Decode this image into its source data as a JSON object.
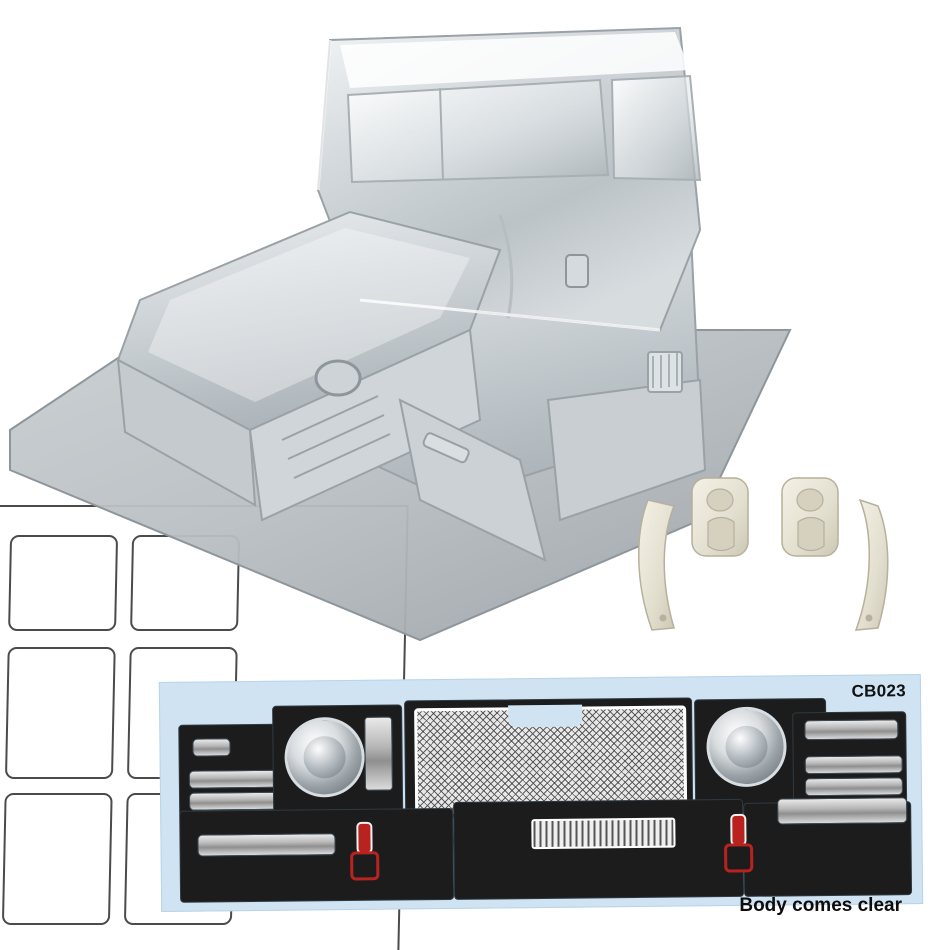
{
  "page": {
    "title": "RC truck clear body shell product photo",
    "background_color": "#ffffff"
  },
  "product": {
    "body_shell": {
      "name": "clear lexan cab body shell",
      "material_note": "transparent polycarbonate",
      "color": "#d8dde0"
    },
    "accessory_parts": {
      "name": "mirror and sun-visor set",
      "count": 4,
      "color": "#e7e3d4",
      "items": [
        "left mirror arm",
        "left mirror head",
        "right mirror head",
        "right mirror arm"
      ]
    },
    "instruction_sheet": {
      "name": "window mask sheet",
      "color": "#ffffff",
      "outline_color": "#4b4b4b"
    }
  },
  "decal_sheet": {
    "code": "CB023",
    "background_color": "#cfe3f2",
    "panel_color": "#1c1c1c",
    "elements": {
      "headlights": 2,
      "chrome_bars": 7,
      "grille_mesh": 1,
      "vent_slats": 1,
      "red_latches": 2,
      "marker_light": 1
    }
  },
  "caption": {
    "text": "Body comes clear"
  }
}
